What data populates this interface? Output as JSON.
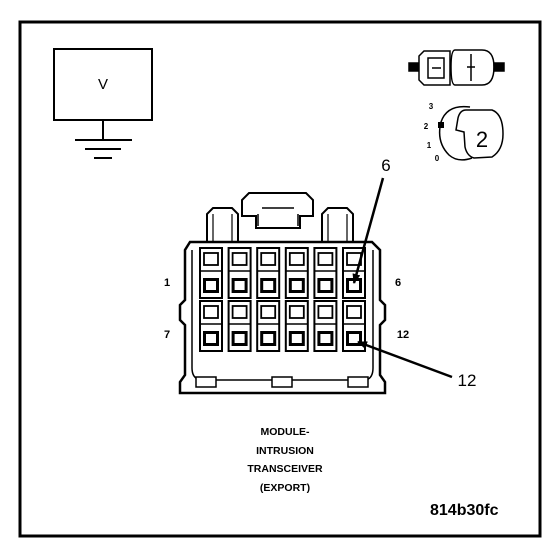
{
  "meter": {
    "label": "V"
  },
  "selector": {
    "positions": [
      "3",
      "2",
      "1",
      "0"
    ],
    "setting": "2"
  },
  "connector": {
    "pin_labels": {
      "row1_left": "1",
      "row1_right": "6",
      "row2_left": "7",
      "row2_right": "12"
    },
    "callouts": {
      "top": "6",
      "bottom": "12"
    }
  },
  "caption": {
    "lines": [
      "MODULE-",
      "INTRUSION",
      "TRANSCEIVER",
      "(EXPORT)"
    ]
  },
  "figure_id": "814b30fc"
}
